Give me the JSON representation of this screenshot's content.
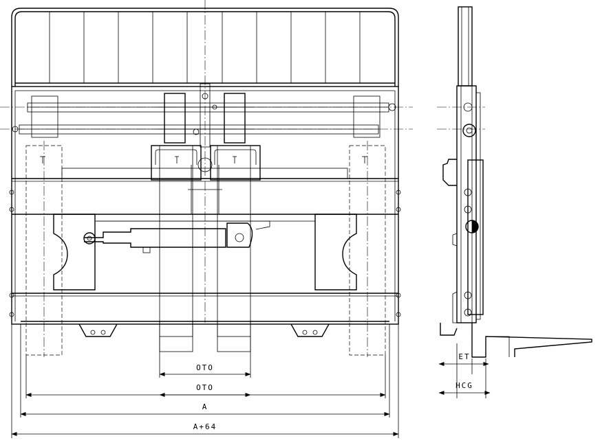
{
  "dimensions": {
    "front": [
      "OTO",
      "OTO",
      "A",
      "A+64"
    ],
    "side": [
      "ET",
      "HCG"
    ]
  }
}
